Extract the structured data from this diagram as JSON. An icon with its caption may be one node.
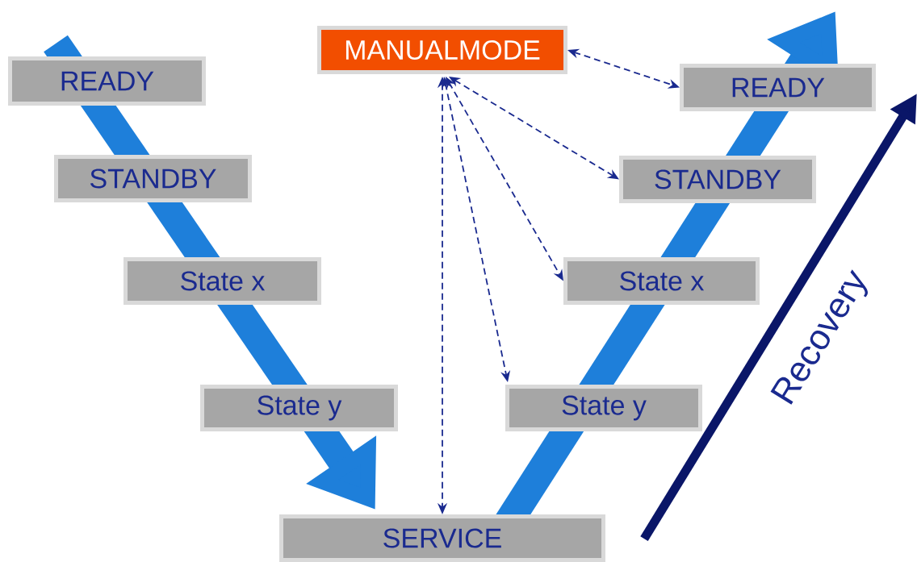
{
  "diagram": {
    "nodes": [
      {
        "text": [
          "READY"
        ]
      },
      {
        "text": [
          "MANUALMODE"
        ]
      },
      {
        "text": [
          "READY"
        ]
      },
      {
        "text": [
          "STANDBY"
        ]
      },
      {
        "text": [
          "STANDBY"
        ]
      },
      {
        "text": [
          "State x"
        ]
      },
      {
        "text": [
          "State x"
        ]
      },
      {
        "text": [
          "State y"
        ]
      },
      {
        "text": [
          "State y"
        ]
      },
      {
        "text": [
          "SERVICE"
        ]
      }
    ],
    "edges": [
      {
        "from": 1,
        "to": 2,
        "arrow": "both",
        "style": "dashed",
        "color": "#1a2a8f"
      },
      {
        "from": 1,
        "to": 4,
        "arrow": "both",
        "style": "dashed",
        "color": "#1a2a8f"
      },
      {
        "from": 1,
        "to": 6,
        "arrow": "both",
        "style": "dashed",
        "color": "#1a2a8f"
      },
      {
        "from": 1,
        "to": 8,
        "arrow": "both",
        "style": "dashed",
        "color": "#1a2a8f"
      },
      {
        "from": 1,
        "to": 9,
        "arrow": "both",
        "style": "dashed",
        "color": "#1a2a8f"
      },
      {
        "from": 0,
        "to": 3,
        "arrow": "none"
      },
      {
        "from": 3,
        "to": 5,
        "arrow": "none"
      },
      {
        "from": 5,
        "to": 7,
        "arrow": "none"
      },
      {
        "from": 7,
        "to": 9,
        "arrow": "to"
      },
      {
        "from": 9,
        "to": 8,
        "arrow": "none"
      },
      {
        "from": 8,
        "to": 6,
        "arrow": "none"
      },
      {
        "from": 6,
        "to": 4,
        "arrow": "none"
      },
      {
        "from": 4,
        "to": 2,
        "arrow": "none"
      },
      {
        "from": 2,
        "to": null,
        "arrow": "to"
      }
    ],
    "labels": [
      "Recovery"
    ]
  }
}
